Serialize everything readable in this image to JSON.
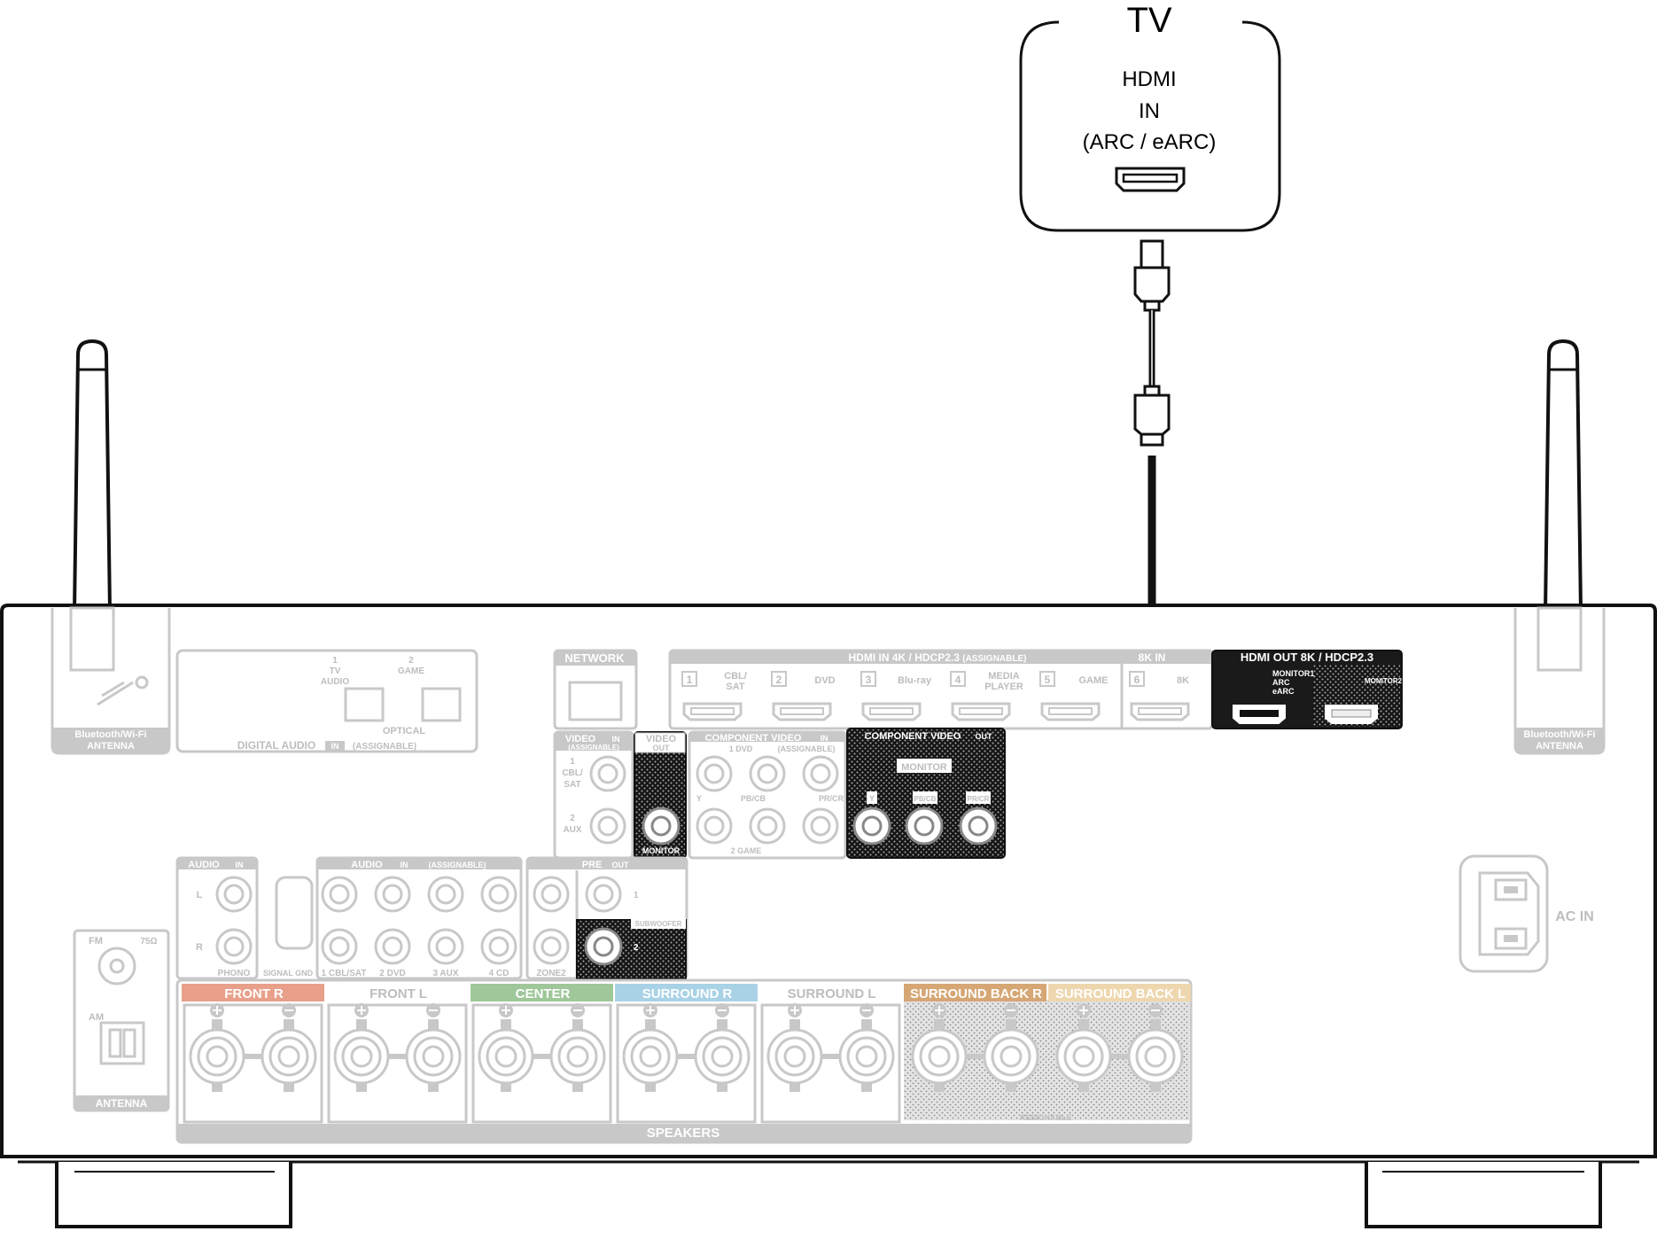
{
  "tv": {
    "title": "TV",
    "port_line1": "HDMI",
    "port_line2": "IN",
    "port_line3": "(ARC / eARC)"
  },
  "receiver": {
    "antenna_bt_left": [
      "Bluetooth/Wi-Fi",
      "ANTENNA"
    ],
    "antenna_bt_right": [
      "Bluetooth/Wi-Fi",
      "ANTENNA"
    ],
    "digital_audio": {
      "in1": [
        "1",
        "TV",
        "AUDIO"
      ],
      "in2": [
        "2",
        "GAME"
      ],
      "optical": "OPTICAL",
      "footer": "DIGITAL AUDIO",
      "footer_tag": "IN",
      "footer_note": "(ASSIGNABLE)"
    },
    "network": "NETWORK",
    "hdmi_in": {
      "title": "HDMI",
      "tag": "IN",
      "spec": "4K / HDCP2.3",
      "note": "(ASSIGNABLE)",
      "ports": [
        {
          "num": "1",
          "name": "CBL/\nSAT"
        },
        {
          "num": "2",
          "name": "DVD"
        },
        {
          "num": "3",
          "name": "Blu-ray"
        },
        {
          "num": "4",
          "name": "MEDIA\nPLAYER"
        },
        {
          "num": "5",
          "name": "GAME"
        },
        {
          "num": "6",
          "name": "8K"
        }
      ],
      "port6_spec": "8K",
      "port6_tag": "IN"
    },
    "hdmi_out": {
      "title": "HDMI",
      "tag": "OUT",
      "spec": "8K / HDCP2.3",
      "monitor1": [
        "MONITOR1",
        "ARC",
        "eARC"
      ],
      "monitor2": "MONITOR2"
    },
    "video_in": {
      "title": "VIDEO",
      "tag": "IN",
      "note": "(ASSIGNABLE)",
      "in1": [
        "1",
        "CBL/",
        "SAT"
      ],
      "in2": [
        "2",
        "AUX"
      ]
    },
    "video_out": {
      "title": "VIDEO",
      "tag": "OUT",
      "monitor": "MONITOR"
    },
    "component_in": {
      "title": "COMPONENT VIDEO",
      "tag": "IN",
      "in1": "1 DVD",
      "note": "(ASSIGNABLE)",
      "y": "Y",
      "pb": "PB/CB",
      "pr": "PR/CR",
      "in2": "2 GAME"
    },
    "component_out": {
      "title": "COMPONENT VIDEO",
      "tag": "OUT",
      "monitor": "MONITOR",
      "y": "Y",
      "pb": "PB/CB",
      "pr": "PR/CR"
    },
    "audio_in_phono": {
      "title": "AUDIO",
      "tag": "IN",
      "l": "L",
      "r": "R",
      "phono": "PHONO",
      "gnd": "SIGNAL GND"
    },
    "audio_in": {
      "title": "AUDIO",
      "tag": "IN",
      "note": "(ASSIGNABLE)",
      "inputs": [
        "1 CBL/SAT",
        "2 DVD",
        "3 AUX",
        "4 CD"
      ]
    },
    "pre_out": {
      "title": "PRE",
      "tag": "OUT",
      "zone2": "ZONE2",
      "sub1": "1",
      "sub2": "2",
      "subwoofer": "SUBWOOFER"
    },
    "fm_am": {
      "fm": "FM",
      "ohm": "75Ω",
      "am": "AM",
      "footer": "ANTENNA"
    },
    "speakers": {
      "footer": "SPEAKERS",
      "assignable": "ASSIGNABLE",
      "channels": [
        {
          "name": "FRONT",
          "side": "R",
          "color": "#e8a08a"
        },
        {
          "name": "FRONT",
          "side": "L",
          "color": "#ffffff"
        },
        {
          "name": "CENTER",
          "side": "",
          "color": "#9fc79a"
        },
        {
          "name": "SURROUND",
          "side": "R",
          "color": "#a9d2e6"
        },
        {
          "name": "SURROUND",
          "side": "L",
          "color": "#ffffff"
        },
        {
          "name": "SURROUND BACK",
          "side": "R",
          "color": "#d6a774"
        },
        {
          "name": "SURROUND BACK",
          "side": "L",
          "color": "#eed7ae"
        }
      ]
    },
    "ac_in": "AC IN"
  },
  "colors": {
    "panel_gray": "#c8c8c8",
    "ink": "#111111",
    "highlight": "#1a1a1a"
  }
}
